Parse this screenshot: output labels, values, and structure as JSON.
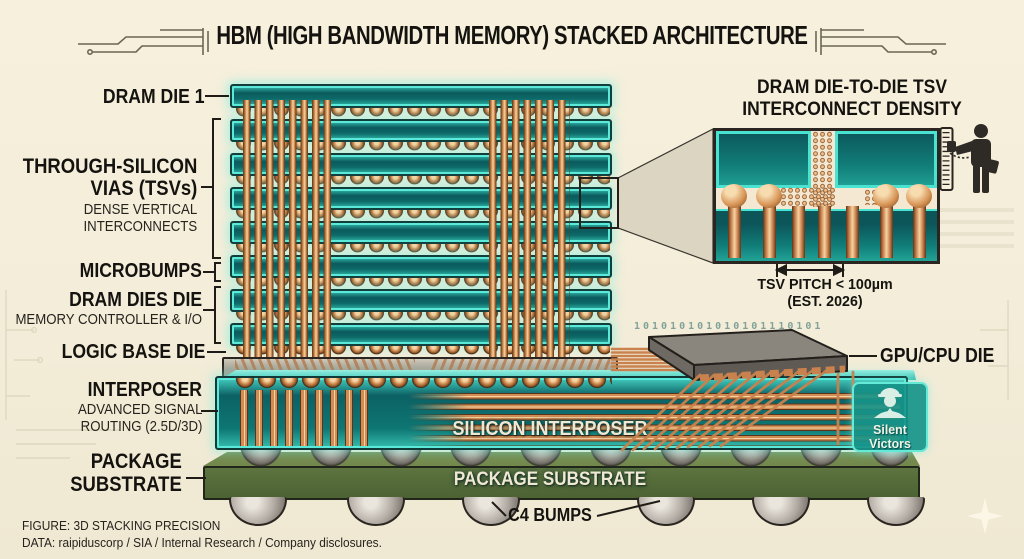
{
  "title": "HBM (HIGH BANDWIDTH MEMORY) STACKED ARCHITECTURE",
  "left_labels": {
    "dram_die_1": "DRAM DIE 1",
    "tsv_title_line1": "THROUGH-SILICON",
    "tsv_title_line2": "VIAS (TSVs)",
    "tsv_subtitle_line1": "DENSE VERTICAL",
    "tsv_subtitle_line2": "INTERCONNECTS",
    "microbumps": "MICROBUMPS",
    "dram_dies": "DRAM DIES DIE",
    "dram_dies_subtitle": "MEMORY CONTROLLER & I/O",
    "logic_base_die": "LOGIC BASE DIE",
    "interposer": "INTERPOSER",
    "interposer_subtitle_line1": "ADVANCED SIGNAL",
    "interposer_subtitle_line2": "ROUTING (2.5D/3D)",
    "package_substrate_line1": "PACKAGE",
    "package_substrate_line2": "SUBSTRATE"
  },
  "right_labels": {
    "gpu_cpu_die": "GPU/CPU DIE"
  },
  "callout": {
    "title_line1": "DRAM DIE-TO-DIE TSV",
    "title_line2": "INTERCONNECT DENSITY",
    "pitch_value": "TSV PITCH < 100µm",
    "pitch_estimate": "(EST. 2026)"
  },
  "diagram_bands": {
    "silicon_interposer": "SILICON INTERPOSER",
    "package_substrate": "PACKAGE SUBSTRATE",
    "c4_bumps": "C4 BUMPS"
  },
  "watermark": {
    "line1": "Silent",
    "line2": "Victors"
  },
  "decor": {
    "binary_text": "101010101010101110101"
  },
  "footer": {
    "figure_line": "FIGURE: 3D STACKING PRECISION",
    "data_line": "DATA: raipiduscorp / SIA / Internal Research / Company disclosures."
  },
  "colors": {
    "background": "#f4eeda",
    "die_teal": "#0e6f6d",
    "die_glow": "#6fe9d8",
    "copper": "#c9824d",
    "copper_highlight": "#f5d3a2",
    "logic_gray": "#a9a396",
    "substrate_green": "#566d39",
    "bump_gray": "#a9a29a",
    "ink": "#1b1916",
    "cream_text": "#efe8d2"
  },
  "icons": {
    "ruler": "ruler-icon",
    "engineer": "engineer-measuring-icon",
    "worker": "hardhat-worker-icon",
    "sparkle": "sparkle-icon"
  }
}
